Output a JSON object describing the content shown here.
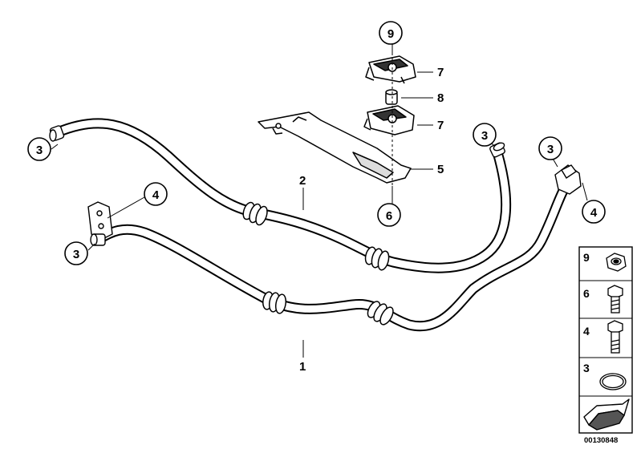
{
  "callouts": {
    "c9_top": "9",
    "c7_upper": "7",
    "c8": "8",
    "c7_lower": "7",
    "c5": "5",
    "c6": "6",
    "c2": "2",
    "c1": "1",
    "c3_left_top": "3",
    "c3_left_bottom": "3",
    "c4_left": "4",
    "c3_mid_right": "3",
    "c3_far_right": "3",
    "c4_right": "4"
  },
  "legend": {
    "items": [
      {
        "number": "9",
        "part": "hex-nut"
      },
      {
        "number": "6",
        "part": "hex-bolt-short"
      },
      {
        "number": "4",
        "part": "hex-bolt-long"
      },
      {
        "number": "3",
        "part": "sealing-ring"
      },
      {
        "number": "",
        "part": "direction-arrow"
      }
    ]
  },
  "diagram_code": "00130848",
  "colors": {
    "line": "#000000",
    "pipe_fill": "#ffffff",
    "legend_border": "#000000",
    "arrow_fill": "#ffffff"
  }
}
